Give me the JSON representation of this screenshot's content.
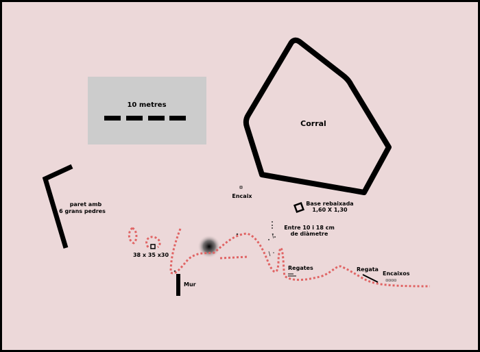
{
  "scale": {
    "label": "10 metres"
  },
  "labels": {
    "corral": "Corral",
    "encaix": "Encaix",
    "base_line1": "Base rebaixada",
    "base_line2": "1,60 X 1,30",
    "entre_line1": "Entre 10 i 18 cm",
    "entre_line2": "de diàmetre",
    "paret_line1": "paret amb",
    "paret_line2": "6 grans pedres",
    "dims": "38 x 35 x30",
    "mur": "Mur",
    "regates": "Regates",
    "regata": "Regata",
    "encaixos": "Encaixos"
  },
  "colors": {
    "background": "#ecd8d9",
    "trace": "#e06464",
    "scale_box": "#cccccc"
  }
}
